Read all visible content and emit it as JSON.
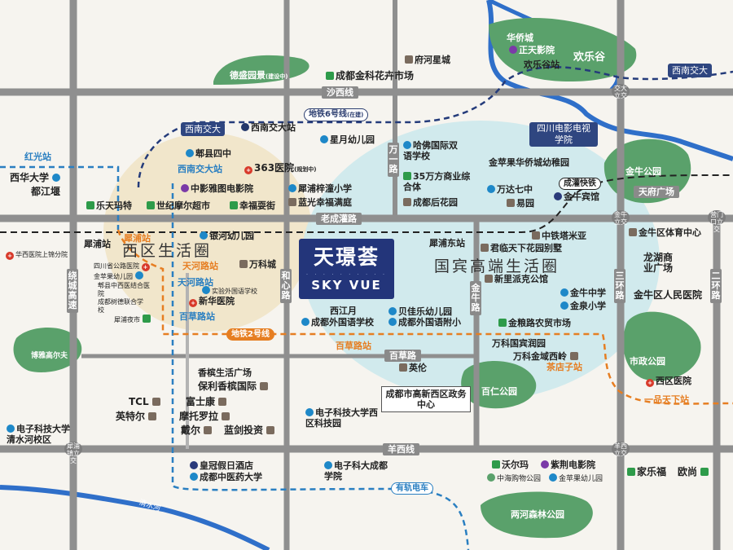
{
  "brand": {
    "name_cn": "天璟荟",
    "name_en": "SKY VUE"
  },
  "zones": {
    "west": "西区生活圈",
    "east": "国宾高端生活圈"
  },
  "roads": {
    "shaxi": "沙西线",
    "laochengguan": "老成灌路",
    "yangxi": "羊西线",
    "wanyi": "万一路",
    "hexin": "和心路",
    "jinniu": "金牛路",
    "baicao": "百草路",
    "ring3": "三环路",
    "ring2": "二环路",
    "raocheng": "绕城高速",
    "tianfu": "天府广场",
    "qingshui": "清水河"
  },
  "nodes": {
    "jiaoda_lijiao": "交大立交",
    "jinniu_lijiao": "金牛立交",
    "yingmenkou": "营门口立交",
    "xipu_lijiao": "犀浦镇立交",
    "yangxi_lijiao": "羊西立交"
  },
  "lines": {
    "metro6": "地铁6号线",
    "metro6_note": "(在建)",
    "metro2": "地铁2号线",
    "tram": "有轨电车",
    "chengguan": "成灌快铁"
  },
  "stations": {
    "hongguang": "红光站",
    "xijiaoda_metro": "西南交大站",
    "xipu": "犀浦站",
    "xipu_east": "犀浦东站",
    "tianhe": "天河路站",
    "baicaolu": "百草路站",
    "baicao": "百草路站",
    "chaguanzi": "茶店子站",
    "yipin": "一品天下站",
    "huanlegu": "欢乐谷站",
    "xijiaoda_orange": "西南交大站",
    "xipu_orange": "犀浦站"
  },
  "parks": {
    "desheng": "德盛园景",
    "desheng_tag": "(建设中)",
    "huanlegu": "欢乐谷",
    "jinniu": "金牛公园",
    "shizheng": "市政公园",
    "bairen": "百仁公园",
    "lianghe": "两河森林公园",
    "bohaigao": "博雅高尔夫"
  },
  "tags": {
    "xinan_jiaoda_tag": "西南交大",
    "xinan_jiaoda_tag2": "西南交大",
    "sichuan_film": "四川电影电视学院"
  },
  "pois": {
    "fuhe": "府河星城",
    "jinke": "成都金科花卉市场",
    "huaqiao": "华侨城",
    "zhengtian": "正天影院",
    "xinanjiaoda_station": "西南交大站",
    "pixian": "郫县四中",
    "yy363": "363医院",
    "yy363_note": "(规划中)",
    "xingyue": "星月幼儿园",
    "hafo": "哈佛国际双语学校",
    "wanfang": "35万方商业综合体",
    "chenghou": "成都后花园",
    "jinpingguo": "金苹果华侨城幼稚园",
    "wanda": "万达七中",
    "yiyuan": "易园",
    "jinniu_hotel": "金牛宾馆",
    "xihua": "西华大学",
    "dujiangyan": "都江堰",
    "lele": "乐天玛特",
    "shiji": "世纪摩尔超市",
    "zhongying": "中影雅图电影院",
    "xingfu": "幸福耍街",
    "xipuzhang": "犀浦梓潼小学",
    "languang": "蓝光幸福满庭",
    "yinhe": "银河幼儿园",
    "wanke": "万科城",
    "shiyan": "实验外国语学校",
    "xinhua": "新华医院",
    "xipuyeshi": "犀浦夜市",
    "huaxi": "华西医院上锦分院",
    "sichuan_gonglu": "四川省公路医院",
    "jinguoguo": "金苹果幼儿园",
    "pixian_zhongxi": "郫县中西医结合医院",
    "chengdu_shude": "成都树德联合学校",
    "zhongtie": "中铁塔米亚",
    "junlin": "君临天下花园别墅",
    "xinli": "新里派克公馆",
    "jinniu_zhongxue": "金牛中学",
    "jinquan": "金泉小学",
    "jinlu": "金粮路农贸市场",
    "wanke_guobin": "万科国宾润园",
    "wanke_jinyu": "万科金域西岭",
    "jinniu_tiyu": "金牛区体育中心",
    "longhu": "龙湖商业广场",
    "jinniu_renmin": "金牛区人民医院",
    "xiqu_yiyuan": "西区医院",
    "xijiangyue": "西江月",
    "waiguoyu": "成都外国语学校",
    "beijia": "贝佳乐幼儿园",
    "waiguoyu_fu": "成都外国语附小",
    "yinglun": "英伦",
    "xiangbin": "香槟生活广场",
    "baoli": "保利香槟国际",
    "tcl": "TCL",
    "fushikang": "富士康",
    "yingteer": "英特尔",
    "motuo": "摩托罗拉",
    "daier": "戴尔",
    "lanjian": "蓝剑投资",
    "gaoxin": "成都市高新西区政务中心",
    "dianzi": "电子科技大学西区科技园",
    "dianzi_qingshui": "电子科技大学清水河校区",
    "huangguan": "皇冠假日酒店",
    "zhongyiyao": "成都中医药大学",
    "dianzi_chengdu": "电子科大成都学院",
    "woerma": "沃尔玛",
    "zijing": "紫荆电影院",
    "zhonghai": "中海购物公园",
    "jinpingguo2": "金苹果幼儿园",
    "jialefu": "家乐福",
    "oushang": "欧尚",
    "xinan_jiaoda_east": "西南交大"
  },
  "colors": {
    "metro6": "#243b7a",
    "metro2": "#e67e22",
    "blue_line": "#2a7fc1",
    "tram": "#2a7fc1",
    "park": "#5aa16b",
    "river": "#1e5fb5",
    "zone_west": "#f0e4c8",
    "zone_east": "#cfe9ec"
  }
}
